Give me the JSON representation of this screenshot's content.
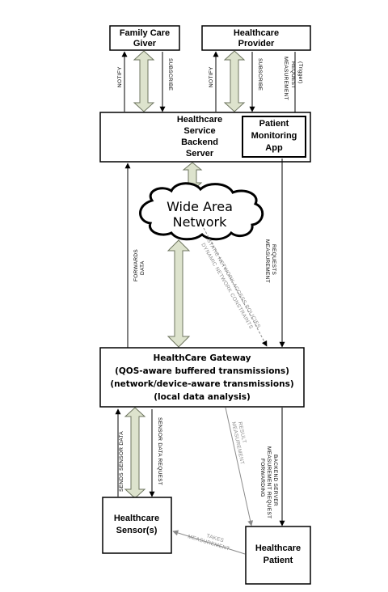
{
  "nodes": {
    "family_care_giver": [
      "Family Care",
      "Giver"
    ],
    "healthcare_provider": [
      "Healthcare",
      "Provider"
    ],
    "backend_server": [
      "Healthcare",
      "Service",
      "Backend",
      "Server"
    ],
    "patient_monitoring_app": [
      "Patient",
      "Monitoring",
      "App"
    ],
    "wide_area_network": [
      "Wide Area",
      "Network"
    ],
    "healthcare_gateway": [
      "HealthCare  Gateway",
      "(QOS-aware buffered transmissions)",
      "(network/device-aware transmissions)",
      "(local data analysis)"
    ],
    "healthcare_sensors": [
      "Healthcare",
      "Sensor(s)"
    ],
    "healthcare_patient": [
      "Healthcare",
      "Patient"
    ]
  },
  "edge_labels": {
    "notify": "NOTIFY",
    "subscribe": "SUBSCRIBE",
    "notify_2": "NOTIFY",
    "subscribe_2": "SUBSCRIBE",
    "measurement_request": [
      "MEASUREMENT",
      "REQUEST",
      "(Trigger)"
    ],
    "forwards_data": [
      "FORWARDS",
      "DATA"
    ],
    "requests_measurement": [
      "REQUESTS",
      "MEASUREMENT"
    ],
    "network_policies": [
      "STATIC NETWORK ACCESS POLICIES",
      "DYNAMIC NETWORK CONSTRAINTS"
    ],
    "sends_sensor_data": "SENDS SENSOR DATA",
    "sensor_data_request": "SENSOR DATA REQUEST",
    "measurement_result": [
      "MEASUREMENT",
      "RESULT"
    ],
    "backend_forwarding": [
      "BACKEND SERVER",
      "MEASUREMENT REQUEST",
      "FORWARDING"
    ],
    "takes_measurement": [
      "TAKES",
      "MEASUREMENT"
    ]
  },
  "colors": {
    "connector_fill": "#dde3cd",
    "connector_stroke": "#6e7560",
    "line": "#000000",
    "grey_line": "#9a9a9a"
  }
}
